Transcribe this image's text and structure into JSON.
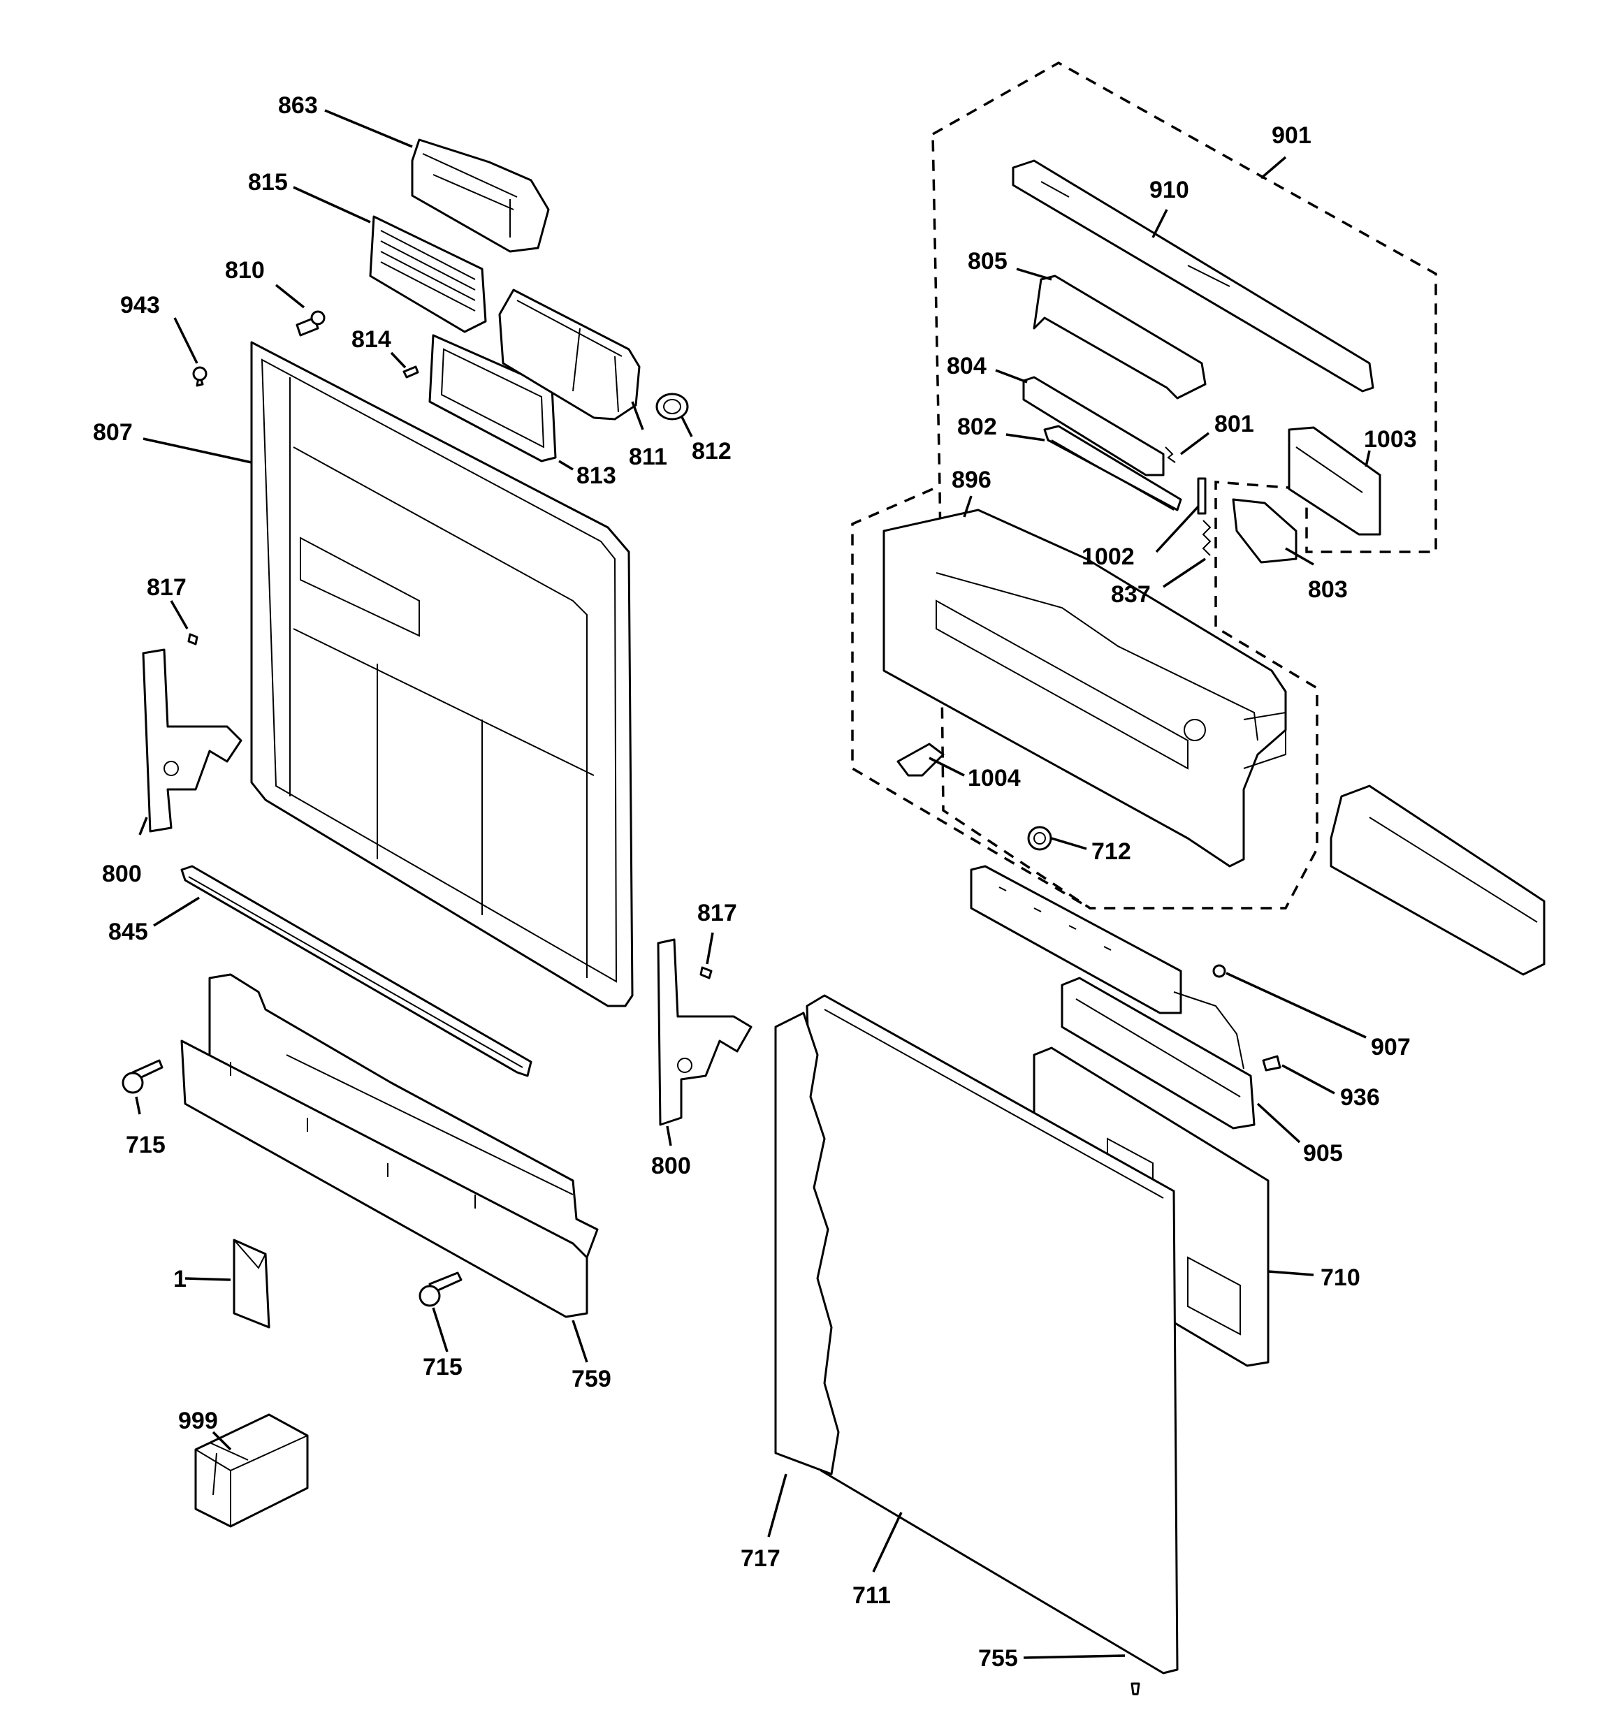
{
  "callouts": {
    "c863": "863",
    "c815": "815",
    "c810": "810",
    "c943": "943",
    "c814": "814",
    "c807": "807",
    "c813": "813",
    "c811": "811",
    "c812": "812",
    "c817a": "817",
    "c800a": "800",
    "c845": "845",
    "c715a": "715",
    "c1": "1",
    "c715b": "715",
    "c759": "759",
    "c999": "999",
    "c817b": "817",
    "c800b": "800",
    "c901": "901",
    "c910": "910",
    "c805": "805",
    "c804": "804",
    "c802": "802",
    "c801": "801",
    "c1003": "1003",
    "c896": "896",
    "c1002": "1002",
    "c837": "837",
    "c803": "803",
    "c1004": "1004",
    "c712": "712",
    "c907": "907",
    "c936": "936",
    "c905": "905",
    "c710": "710",
    "c717": "717",
    "c711": "711",
    "c755": "755"
  }
}
